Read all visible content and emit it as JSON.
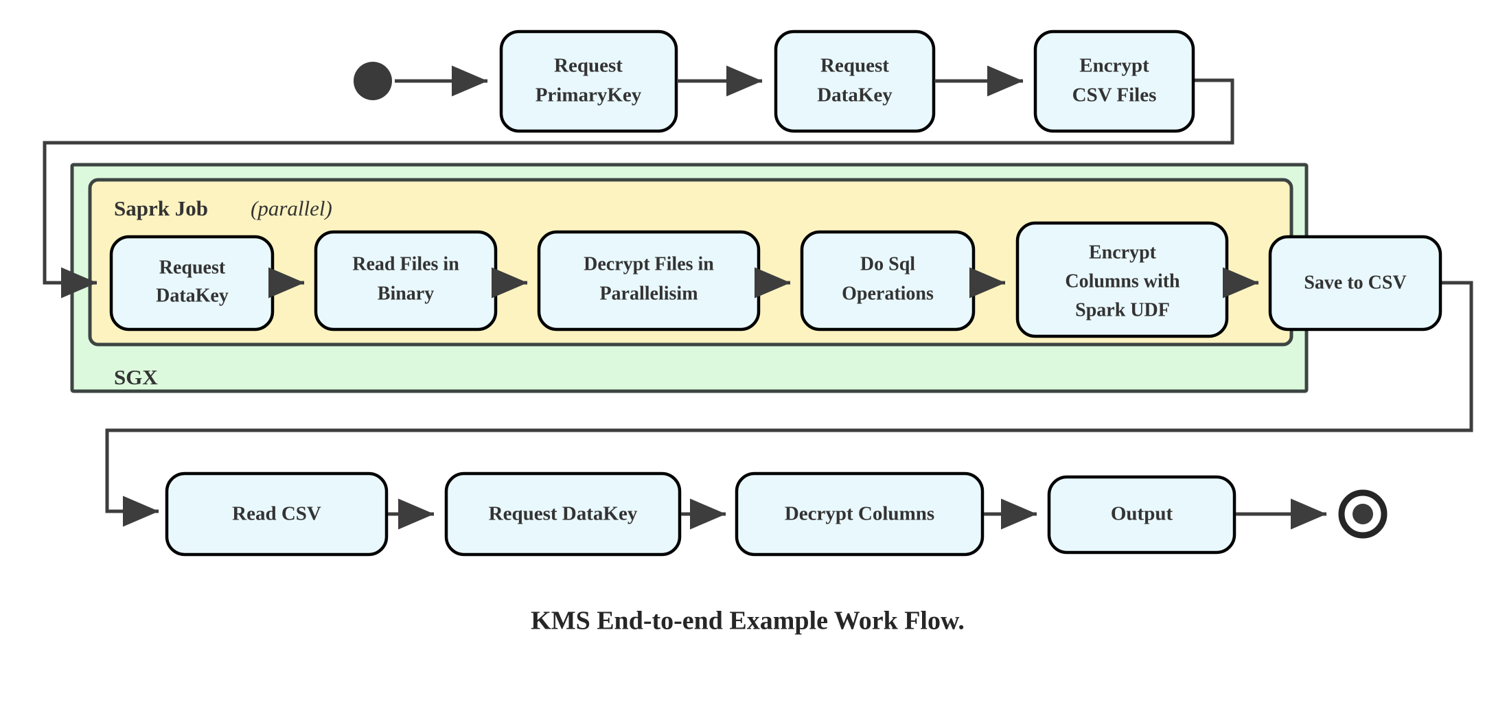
{
  "diagram": {
    "caption": "KMS End-to-end Example Work Flow.",
    "colors": {
      "node_fill": "#e9f8fd",
      "node_stroke": "#000000",
      "spark_fill": "#fcf3c0",
      "sgx_fill": "#ddf9dd",
      "container_stroke": "#3d4543",
      "edge": "#3d3d3d",
      "text": "#333333"
    },
    "markers": {
      "start": "start-state-filled-circle",
      "end": "end-state-bullseye-circle"
    },
    "groups": [
      {
        "id": "sgx",
        "label": "SGX",
        "label_position": "bottom-left",
        "fill": "#ddf9dd"
      },
      {
        "id": "spark-job",
        "label": "Saprk Job",
        "label_suffix": "(parallel)",
        "label_suffix_style": "italic",
        "label_position": "top-left",
        "fill": "#fcf3c0"
      }
    ],
    "rows": [
      {
        "id": "row-top",
        "nodes": [
          {
            "id": "request-primarykey",
            "lines": [
              "Request",
              "PrimaryKey"
            ]
          },
          {
            "id": "request-datakey-top",
            "lines": [
              "Request",
              "DataKey"
            ]
          },
          {
            "id": "encrypt-csv-files",
            "lines": [
              "Encrypt",
              "CSV Files"
            ]
          }
        ]
      },
      {
        "id": "row-spark",
        "nodes": [
          {
            "id": "request-datakey-spark",
            "lines": [
              "Request",
              "DataKey"
            ]
          },
          {
            "id": "read-files-in-binary",
            "lines": [
              "Read Files in",
              "Binary"
            ]
          },
          {
            "id": "decrypt-files-in-parallelisim",
            "lines": [
              "Decrypt Files in",
              "Parallelisim"
            ]
          },
          {
            "id": "do-sql-operations",
            "lines": [
              "Do Sql",
              "Operations"
            ]
          },
          {
            "id": "encrypt-columns-with-spark-udf",
            "lines": [
              "Encrypt",
              "Columns with",
              "Spark UDF"
            ]
          },
          {
            "id": "save-to-csv",
            "lines": [
              "Save to CSV"
            ]
          }
        ]
      },
      {
        "id": "row-bottom",
        "nodes": [
          {
            "id": "read-csv",
            "lines": [
              "Read CSV"
            ]
          },
          {
            "id": "request-datakey-bottom",
            "lines": [
              "Request DataKey"
            ]
          },
          {
            "id": "decrypt-columns",
            "lines": [
              "Decrypt Columns"
            ]
          },
          {
            "id": "output",
            "lines": [
              "Output"
            ]
          }
        ]
      }
    ],
    "labels": {
      "n0l0": "Request",
      "n0l1": "PrimaryKey",
      "n1l0": "Request",
      "n1l1": "DataKey",
      "n2l0": "Encrypt",
      "n2l1": "CSV Files",
      "n3l0": "Request",
      "n3l1": "DataKey",
      "n4l0": "Read Files in",
      "n4l1": "Binary",
      "n5l0": "Decrypt Files in",
      "n5l1": "Parallelisim",
      "n6l0": "Do Sql",
      "n6l1": "Operations",
      "n7l0": "Encrypt",
      "n7l1": "Columns with",
      "n7l2": "Spark UDF",
      "n8l0": "Save to CSV",
      "n9l0": "Read CSV",
      "n10l0": "Request DataKey",
      "n11l0": "Decrypt Columns",
      "n12l0": "Output",
      "spark_title": "Saprk Job",
      "spark_parallel": "(parallel)",
      "sgx_title": "SGX",
      "caption": "KMS End-to-end Example Work Flow."
    }
  }
}
